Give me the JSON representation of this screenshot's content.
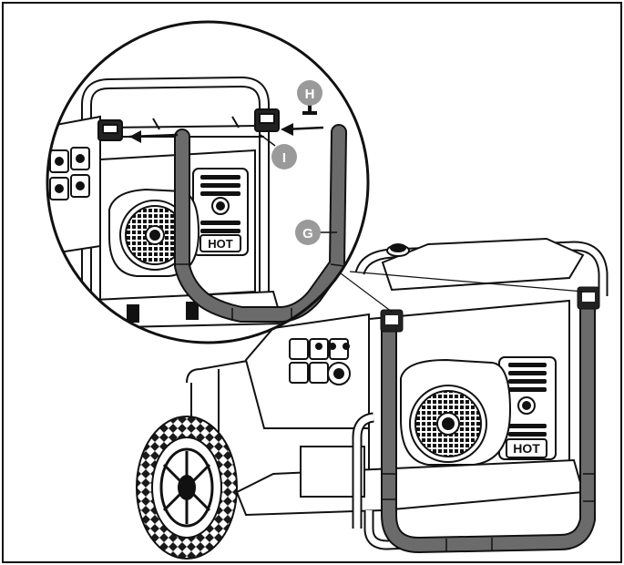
{
  "figure": {
    "callouts": [
      {
        "id": "H",
        "label": "H"
      },
      {
        "id": "I",
        "label": "I"
      },
      {
        "id": "G",
        "label": "G"
      }
    ],
    "decal_text": "HOT",
    "colors": {
      "line": "#111111",
      "handle": "#6b6b6b",
      "callout_fill": "#9a9a9a",
      "callout_text": "#ffffff",
      "tire": "#1a1a1a"
    }
  }
}
